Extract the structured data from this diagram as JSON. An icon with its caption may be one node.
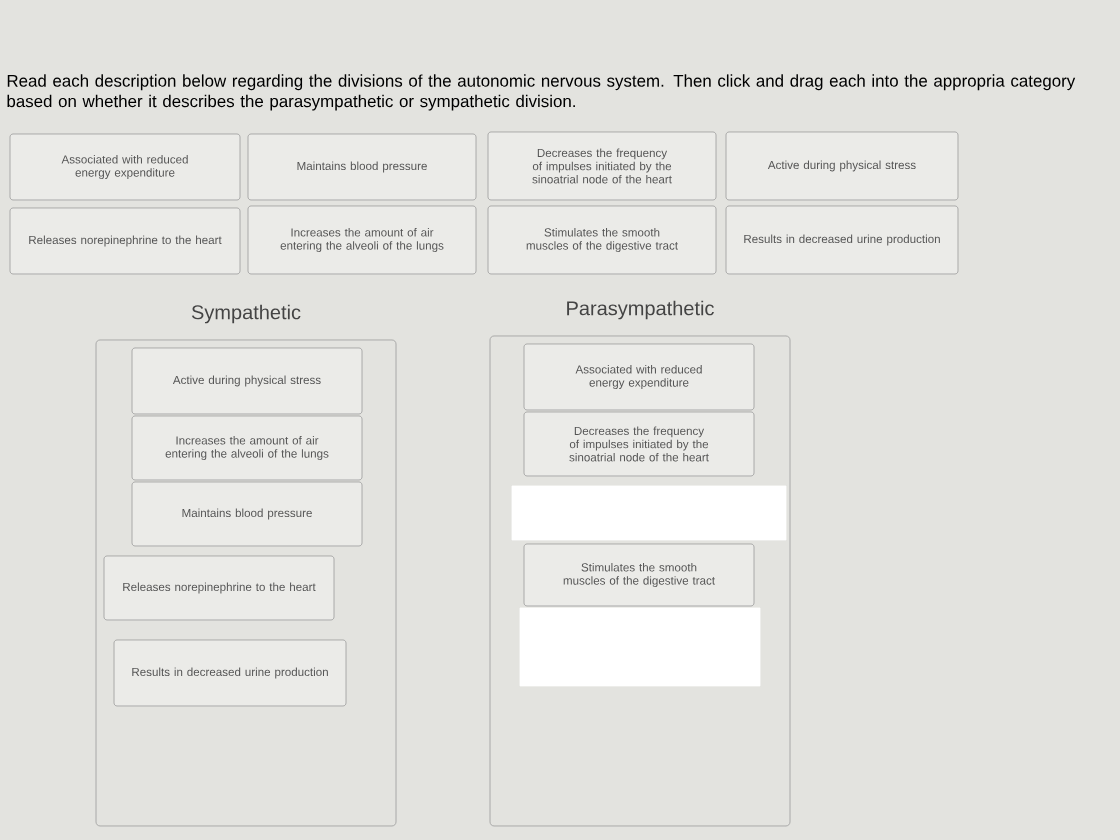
{
  "diagram": {
    "title": "Read each description below regarding the divisions of the autonomic nervous system.  Then click and drag each into the appropria category based on whether it describes the parasympathetic or sympathetic division.",
    "nodes": [
      {
        "text": [
          "Associated with reduced energy expenditure"
        ]
      },
      {
        "text": [
          "Maintains blood pressure"
        ]
      },
      {
        "text": [
          "Decreases the frequency of impulses initiated by the sinoatrial node of the heart"
        ]
      },
      {
        "text": [
          "Active during physical stress"
        ]
      },
      {
        "text": [
          "Releases norepinephrine to the heart"
        ]
      },
      {
        "text": [
          "Increases the amount of air entering the alveoli of the lungs"
        ]
      },
      {
        "text": [
          "Stimulates the smooth muscles of the digestive tract"
        ]
      },
      {
        "text": [
          "Results in decreased urine production"
        ]
      },
      {
        "text": [
          "Sympathetic"
        ]
      },
      {
        "text": [
          "Active during physical stress"
        ],
        "in": 8
      },
      {
        "text": [
          "Increases the amount of air entering the alveoli of the lungs"
        ],
        "in": 8
      },
      {
        "text": [
          "Maintains blood pressure"
        ],
        "in": 8
      },
      {
        "text": [
          "Releases norepinephrine to the heart"
        ],
        "in": 8
      },
      {
        "text": [
          "Results in decreased urine production"
        ],
        "in": 8
      },
      {
        "text": [
          "Parasympathetic"
        ]
      },
      {
        "text": [
          "Associated with reduced energy expenditure"
        ],
        "in": 14
      },
      {
        "text": [
          "Decreases the frequency of impulses initiated by the sinoatrial node of the heart"
        ],
        "in": 14
      },
      {
        "text": [],
        "shape": "box",
        "in": 14
      },
      {
        "text": [
          "Stimulates the smooth muscles of the digestive tract"
        ],
        "in": 14
      },
      {
        "text": [],
        "shape": "box",
        "in": 14
      }
    ]
  }
}
